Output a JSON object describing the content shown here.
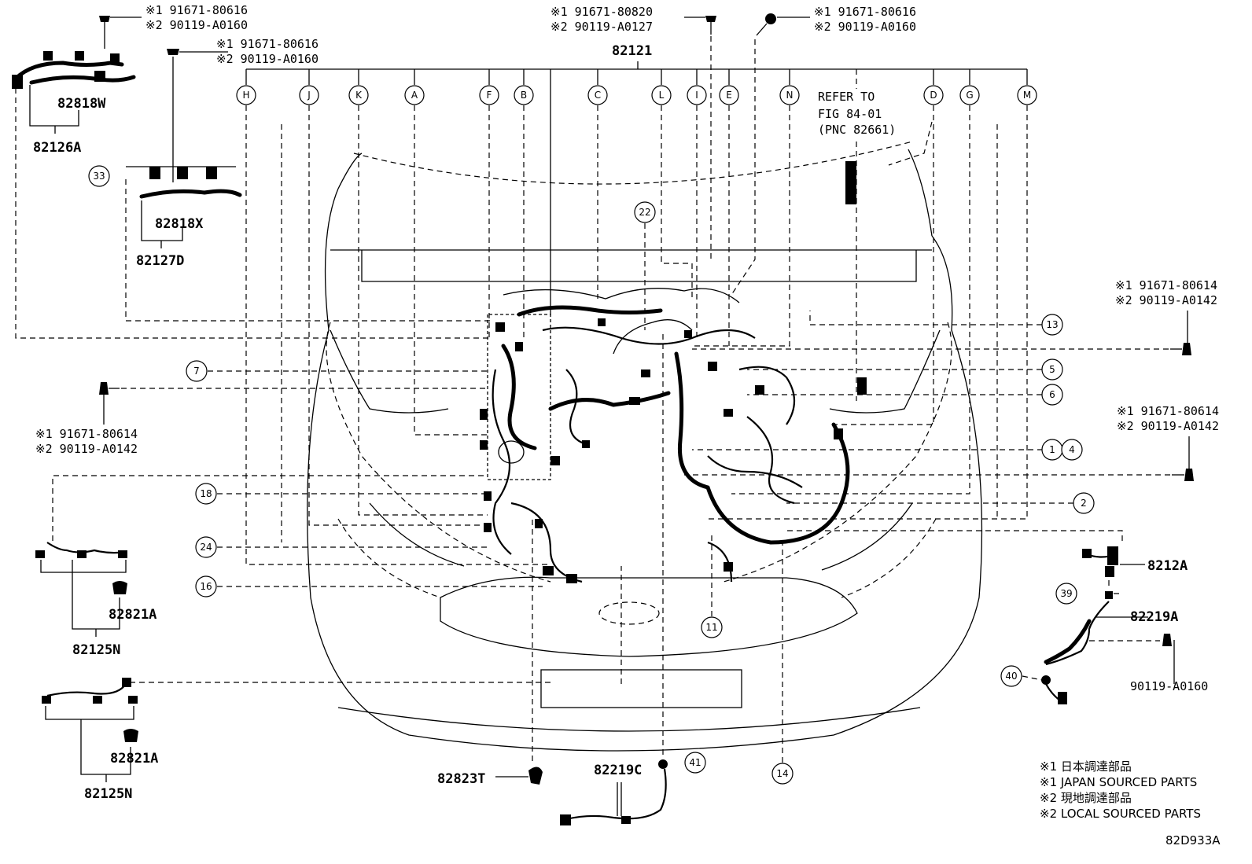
{
  "diagram": {
    "main_part": "82121",
    "letters": [
      "H",
      "J",
      "K",
      "A",
      "F",
      "B",
      "C",
      "L",
      "I",
      "E",
      "N",
      "D",
      "G",
      "M"
    ],
    "refer": {
      "line1": "REFER TO",
      "line2": "FIG 84-01",
      "line3": "(PNC 82661)"
    },
    "notes_tl1": {
      "l1": "※1 91671-80616",
      "l2": "※2 90119-A0160"
    },
    "notes_tl2": {
      "l1": "※1 91671-80616",
      "l2": "※2 90119-A0160"
    },
    "notes_top_mid": {
      "l1": "※1 91671-80820",
      "l2": "※2 90119-A0127"
    },
    "notes_top_right": {
      "l1": "※1 91671-80616",
      "l2": "※2 90119-A0160"
    },
    "notes_right1": {
      "l1": "※1 91671-80614",
      "l2": "※2 90119-A0142"
    },
    "notes_right2": {
      "l1": "※1 91671-80614",
      "l2": "※2 90119-A0142"
    },
    "notes_left": {
      "l1": "※1 91671-80614",
      "l2": "※2 90119-A0142"
    },
    "parts": {
      "p82818W": "82818W",
      "p82126A": "82126A",
      "p82818X": "82818X",
      "p82127D": "82127D",
      "p82821A_1": "82821A",
      "p82125N_1": "82125N",
      "p82821A_2": "82821A",
      "p82125N_2": "82125N",
      "p82823T": "82823T",
      "p82219C": "82219C",
      "p8212A": "8212A",
      "p82219A": "82219A",
      "p90119": "90119-A0160"
    },
    "callouts": {
      "c33": "33",
      "c22": "22",
      "c13": "13",
      "c5": "5",
      "c6": "6",
      "c1": "1",
      "c4": "4",
      "c2": "2",
      "c7": "7",
      "c18": "18",
      "c24": "24",
      "c16": "16",
      "c11": "11",
      "c14": "14",
      "c41": "41",
      "c39": "39",
      "c40": "40"
    },
    "legend": {
      "l1": "※1 日本調達部品",
      "l2": "※1 JAPAN SOURCED PARTS",
      "l3": "※2 現地調達部品",
      "l4": "※2 LOCAL SOURCED PARTS"
    },
    "figure_code": "82D933A"
  }
}
